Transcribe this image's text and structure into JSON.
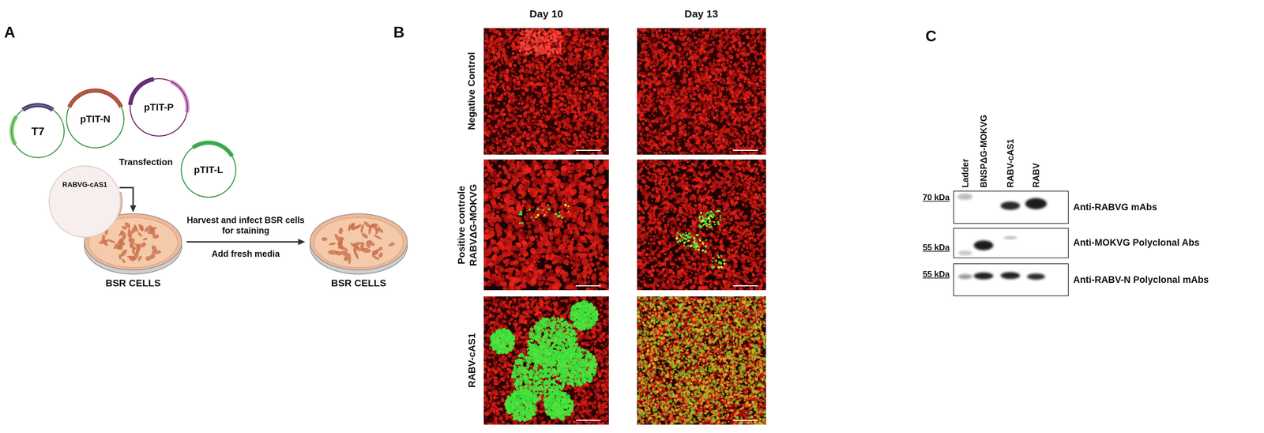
{
  "diagram": {
    "nodes": [
      {
        "text": [
          "T7"
        ]
      },
      {
        "text": [
          "pTIT-N"
        ]
      },
      {
        "text": [
          "pTIT-P"
        ]
      },
      {
        "text": [
          "pTIT-L"
        ]
      },
      {
        "text": [
          "RABVG-cAS1"
        ]
      },
      {
        "text": [
          "BSR CELLS"
        ]
      },
      {
        "text": [
          "BSR CELLS"
        ]
      }
    ],
    "edges": [
      {
        "from": 4,
        "to": 5,
        "arrow": "to"
      },
      {
        "from": 5,
        "to": 6,
        "arrow": "to"
      }
    ],
    "labels": [
      "A",
      "Transfection",
      "Harvest and infect BSR cells for staining",
      "Add fresh media",
      "B",
      "Day 10",
      "Day 13",
      "Negative Control",
      "Positive controle RABVΔG-MOKVG",
      "RABV-cAS1",
      "C",
      "Ladder",
      "BNSPΔG-MOKVG",
      "RABV-cAS1",
      "RABV",
      "70 kDa",
      "55 kDa",
      "55 kDa",
      "Anti-RABVG mAbs",
      "Anti-MOKVG Polyclonal Abs",
      "Anti-RABV-N Polyclonal mAbs"
    ]
  }
}
